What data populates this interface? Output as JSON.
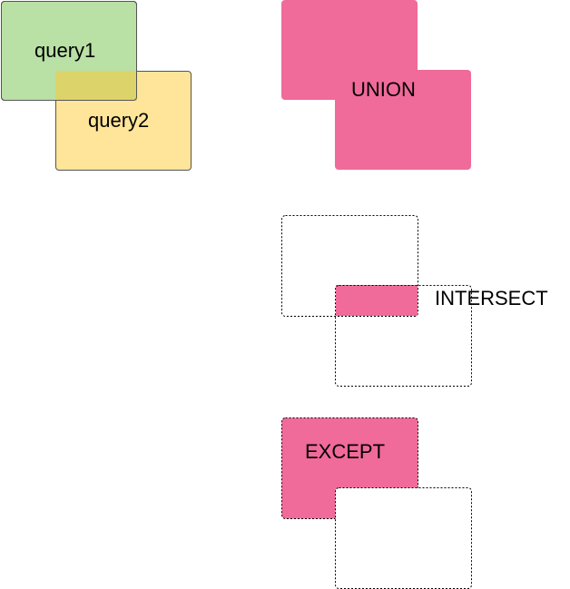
{
  "legend": {
    "query1_label": "query1",
    "query2_label": "query2",
    "query1_color": "#b9e0a5",
    "query2_color": "#ffe599",
    "overlap_color": "#dcd46a"
  },
  "operations": {
    "union": {
      "label": "UNION"
    },
    "intersect": {
      "label": "INTERSECT"
    },
    "except": {
      "label": "EXCEPT"
    }
  },
  "colors": {
    "highlight": "#f06a9a",
    "stroke": "#000000"
  }
}
